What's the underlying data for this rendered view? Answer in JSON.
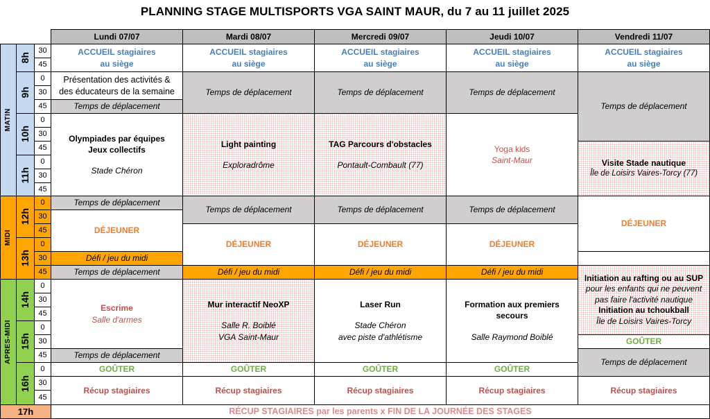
{
  "title": "PLANNING STAGE MULTISPORTS VGA SAINT MAUR, du 7 au 11 juillet 2025",
  "days": [
    "Lundi 07/07",
    "Mardi 08/07",
    "Mercredi 09/07",
    "Jeudi 10/07",
    "Vendredi 11/07"
  ],
  "periods": {
    "matin": "MATIN",
    "midi": "MIDI",
    "apres_midi": "APRES-MIDI"
  },
  "hours": {
    "h8": "8h",
    "h9": "9h",
    "h10": "10h",
    "h11": "11h",
    "h12": "12h",
    "h13": "13h",
    "h14": "14h",
    "h15": "15h",
    "h16": "16h",
    "h17": "17h"
  },
  "minutes": {
    "m0": "0",
    "m30": "30",
    "m45": "45"
  },
  "accueil": {
    "line1": "ACCUEIL stagiaires",
    "line2": "au siège"
  },
  "deplacement": "Temps de déplacement",
  "dejeuner": "DÉJEUNER",
  "defi": "Défi / jeu du midi",
  "gouter": "GOÛTER",
  "recup": "Récup stagiaires",
  "footer": "RÉCUP STAGIAIRES par les parents x FIN DE LA JOURNÉE DES STAGES",
  "lundi": {
    "presentation": "Présentation des activités & des éducateurs de la semaine",
    "olympiades_1": "Olympiades par équipes",
    "olympiades_2": "Jeux collectifs",
    "olympiades_lieu": "Stade Chéron",
    "escrime": "Escrime",
    "escrime_lieu": "Salle d'armes"
  },
  "mardi": {
    "matin_act": "Light painting",
    "matin_lieu": "Exploradrôme",
    "pm_act": "Mur interactif NeoXP",
    "pm_lieu1": "Salle R. Boiblé",
    "pm_lieu2": "VGA Saint-Maur"
  },
  "mercredi": {
    "matin_act": "TAG Parcours d'obstacles",
    "matin_lieu": "Pontault-Combault (77)",
    "pm_act": "Laser Run",
    "pm_lieu1": "Stade Chéron",
    "pm_lieu2": "avec piste d'athlétisme"
  },
  "jeudi": {
    "matin_act": "Yoga kids",
    "matin_lieu": "Saint-Maur",
    "pm_act_1": "Formation aux premiers",
    "pm_act_2": "secours",
    "pm_lieu": "Salle Raymond Boiblé"
  },
  "vendredi": {
    "matin_act": "Visite Stade nautique",
    "matin_lieu": "Île de Loisirs Vaires-Torcy (77)",
    "pm_act": "Initiation au rafting ou au SUP",
    "pm_note": "pour les enfants qui ne peuvent pas faire l'activité nautique",
    "pm_act2": "Initiation au tchoukball",
    "pm_lieu": "Île de Loisirs Vaires-Torcy"
  }
}
